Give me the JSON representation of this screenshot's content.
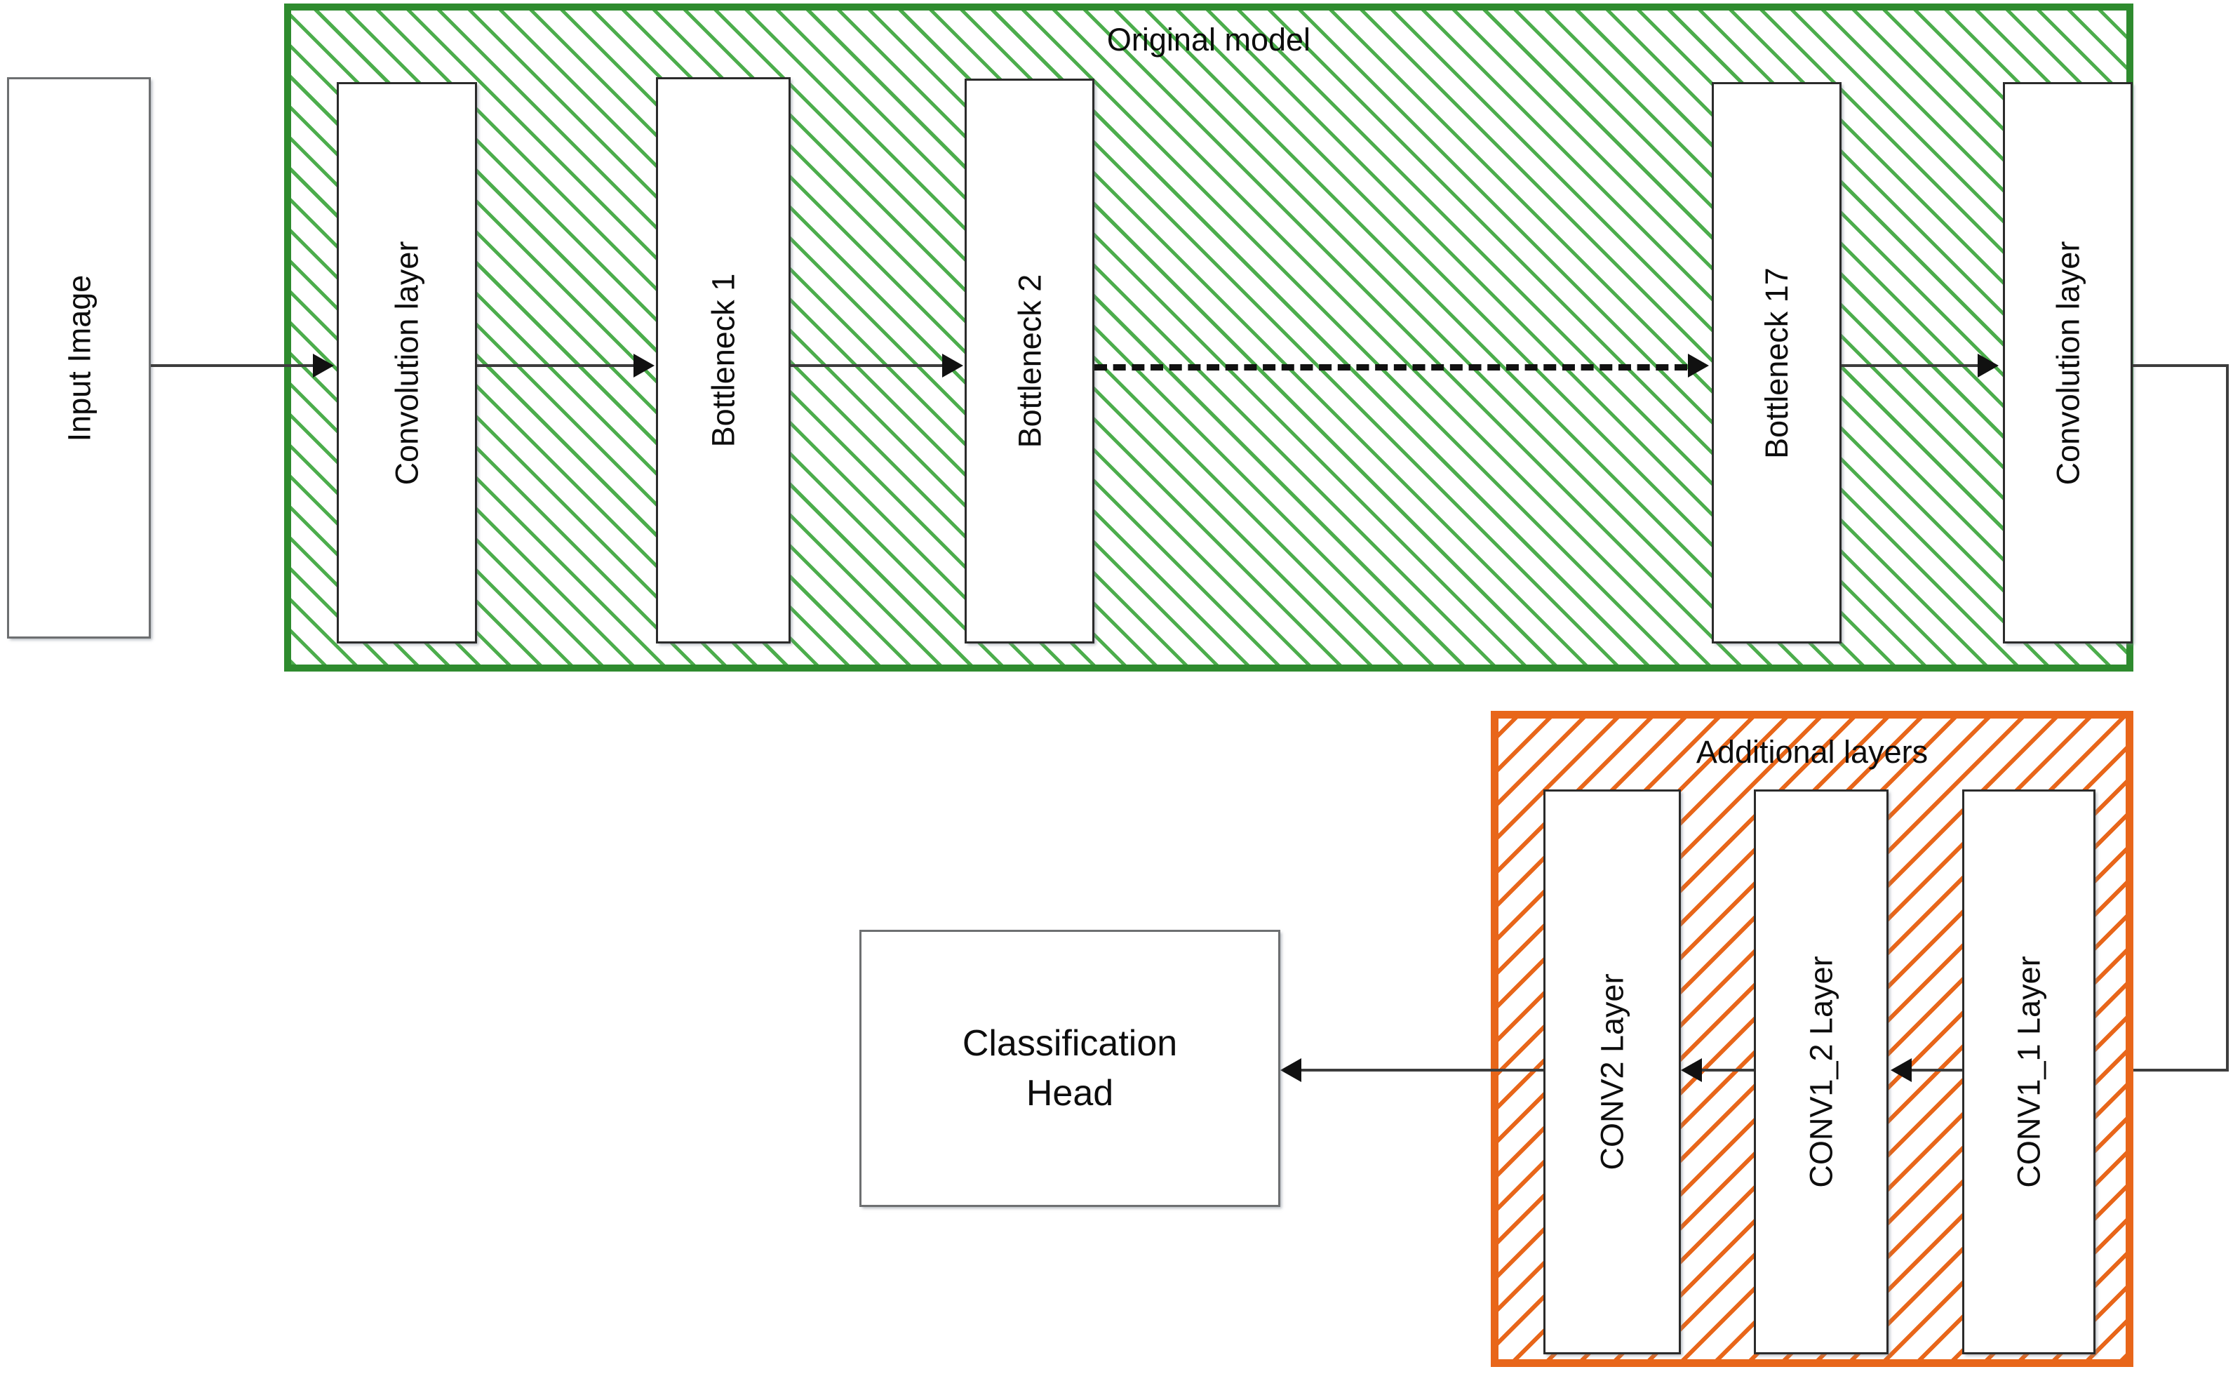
{
  "diagram": {
    "title": "Neural network architecture: original model with additional layers",
    "colors": {
      "green_group_border": "#2e8b2e",
      "green_hatch": "#4cad4c",
      "orange_group_border": "#e8661a",
      "orange_hatch": "#e8661a",
      "node_border": "#2b2b2b",
      "connector": "#3d3d3d",
      "text": "#0d0d0d",
      "background": "#ffffff"
    }
  },
  "input": {
    "label": "Input Image"
  },
  "original_model": {
    "title": "Original model",
    "nodes": [
      {
        "id": "conv-in",
        "label": "Convolution layer"
      },
      {
        "id": "bottleneck-1",
        "label": "Bottleneck 1"
      },
      {
        "id": "bottleneck-2",
        "label": "Bottleneck 2"
      },
      {
        "id": "bottleneck-17",
        "label": "Bottleneck 17"
      },
      {
        "id": "conv-out",
        "label": "Convolution layer"
      }
    ],
    "ellipsis_connector": "dashed"
  },
  "additional_layers": {
    "title": "Additional layers",
    "nodes": [
      {
        "id": "conv2",
        "label": "CONV2 Layer"
      },
      {
        "id": "conv1_2",
        "label": "CONV1_2 Layer"
      },
      {
        "id": "conv1_1",
        "label": "CONV1_1 Layer"
      }
    ]
  },
  "classification_head": {
    "label": "Classification\nHead"
  }
}
